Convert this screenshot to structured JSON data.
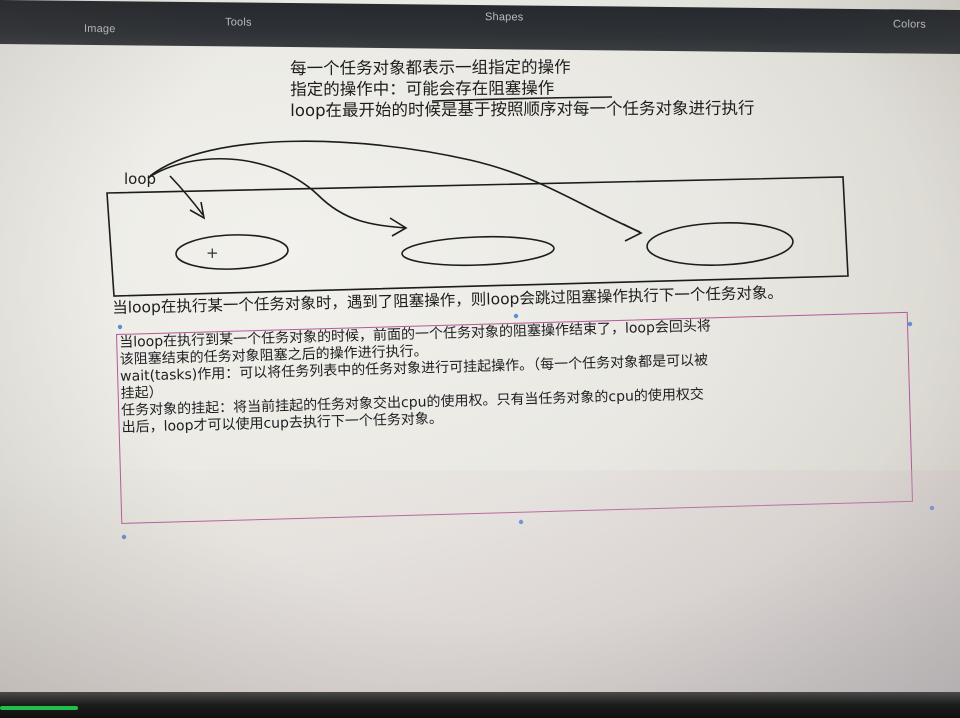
{
  "toolbar": {
    "image_label": "Image",
    "tools_label": "Tools",
    "shapes_label": "Shapes",
    "colors_label": "Colors"
  },
  "heading": {
    "line1": "每一个任务对象都表示一组指定的操作",
    "line2": "指定的操作中：可能会存在阻塞操作",
    "line3": "loop在最开始的时候是基于按照顺序对每一个任务对象进行执行"
  },
  "diagram": {
    "loop_label": "loop",
    "cursor_glyph": "+"
  },
  "middle_text": "当loop在执行某一个任务对象时，遇到了阻塞操作，则loop会跳过阻塞操作执行下一个任务对象。",
  "textbox": {
    "lines": [
      "当loop在执行到某一个任务对象的时候，前面的一个任务对象的阻塞操作结束了，loop会回头将",
      "该阻塞结束的任务对象阻塞之后的操作进行执行。",
      "wait(tasks)作用：可以将任务列表中的任务对象进行可挂起操作。（每一个任务对象都是可以被",
      "挂起）",
      "任务对象的挂起：将当前挂起的任务对象交出cpu的使用权。只有当任务对象的cpu的使用权交",
      "出后，loop才可以使用cup去执行下一个任务对象。"
    ]
  },
  "colors": {
    "ink": "#1c1c1c",
    "selection_border": "#b45a9a",
    "handle": "#5b8fd6",
    "toolbar": "#2f3337",
    "taskbar_accent": "#1fbf49"
  }
}
